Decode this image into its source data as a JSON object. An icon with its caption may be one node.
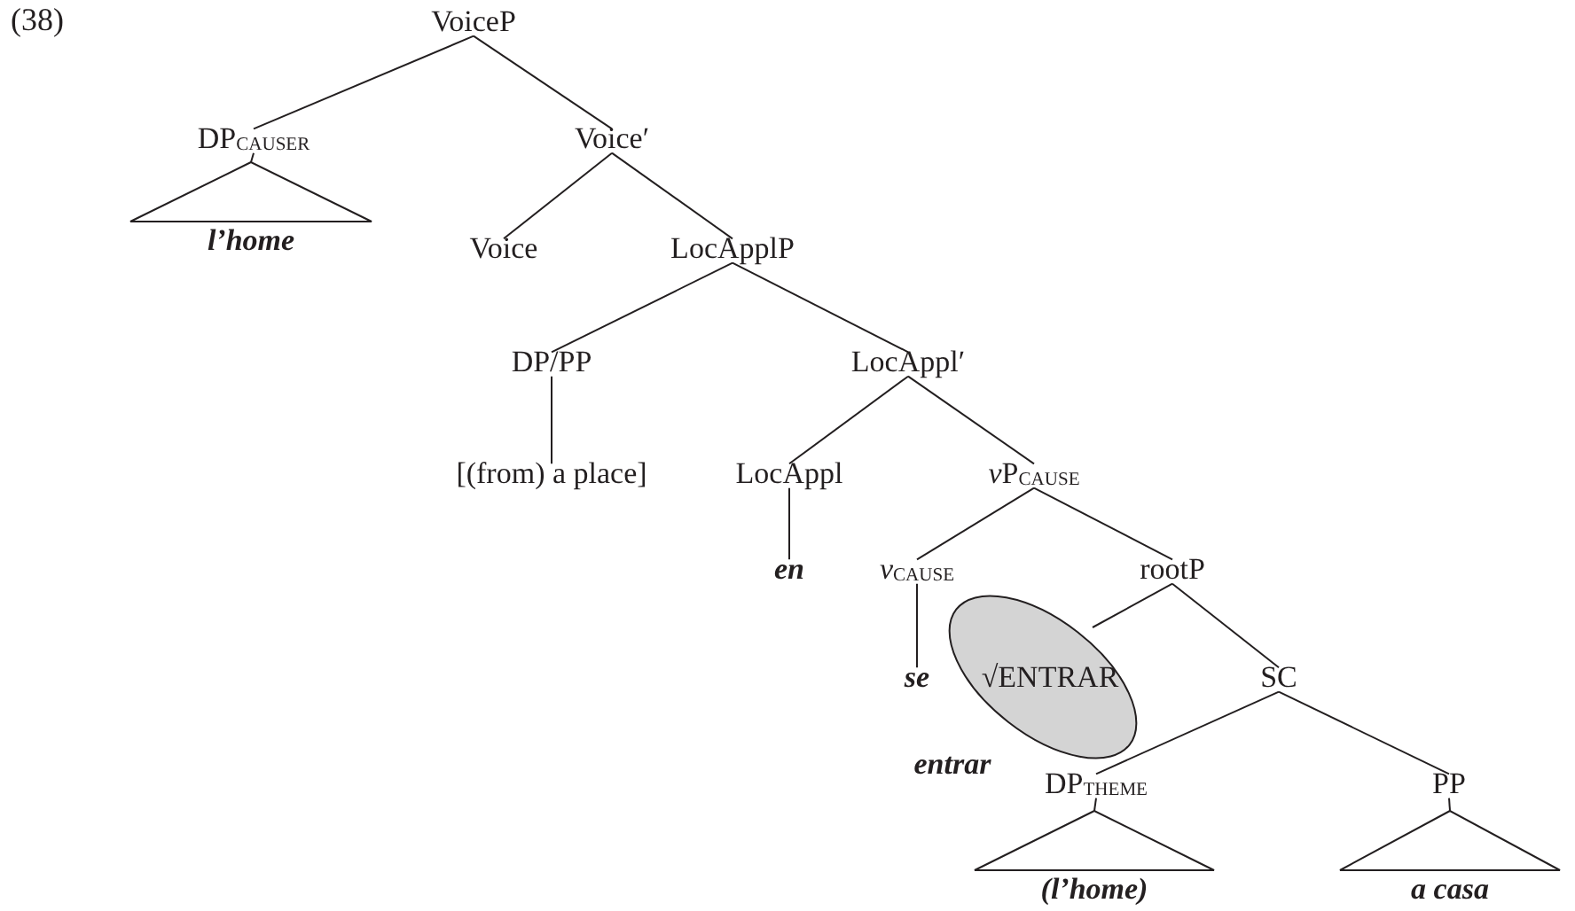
{
  "diagram": {
    "nodes": [
      {
        "text": [
          "VoiceP"
        ]
      },
      {
        "text": [
          "DP$_{CAUSER}$"
        ]
      },
      {
        "text": [
          "Voice′"
        ]
      },
      {
        "text": [
          "l’home"
        ]
      },
      {
        "text": [
          "Voice"
        ]
      },
      {
        "text": [
          "LocApplP"
        ]
      },
      {
        "text": [
          "DP/PP"
        ]
      },
      {
        "text": [
          "LocAppl′"
        ]
      },
      {
        "text": [
          "[(from) a place]"
        ]
      },
      {
        "text": [
          "LocAppl"
        ]
      },
      {
        "text": [
          "vP$_{CAUSE}$"
        ]
      },
      {
        "text": [
          "en"
        ]
      },
      {
        "text": [
          "*v*$_{CAUSE}$"
        ]
      },
      {
        "text": [
          "rootP"
        ]
      },
      {
        "text": [
          "se"
        ]
      },
      {
        "text": [
          "√ENTRAR"
        ],
        "beside": [
          "entrar"
        ]
      },
      {
        "text": [
          "SC"
        ]
      },
      {
        "text": [
          "DP$_{THEME}$"
        ]
      },
      {
        "text": [
          "PP"
        ]
      },
      {
        "text": [
          "(l’home)"
        ]
      },
      {
        "text": [
          "a casa"
        ]
      }
    ],
    "edges": [
      {
        "from": 0,
        "to": 1,
        "arrow": "none"
      },
      {
        "from": 0,
        "to": 2,
        "arrow": "none"
      },
      {
        "from": 1,
        "to": 3,
        "arrow": "none"
      },
      {
        "from": 2,
        "to": 4,
        "arrow": "none"
      },
      {
        "from": 2,
        "to": 5,
        "arrow": "none"
      },
      {
        "from": 5,
        "to": 6,
        "arrow": "none"
      },
      {
        "from": 5,
        "to": 7,
        "arrow": "none"
      },
      {
        "from": 6,
        "to": 8,
        "arrow": "none"
      },
      {
        "from": 7,
        "to": 9,
        "arrow": "none"
      },
      {
        "from": 7,
        "to": 10,
        "arrow": "none"
      },
      {
        "from": 9,
        "to": 11,
        "arrow": "none"
      },
      {
        "from": 10,
        "to": 12,
        "arrow": "none"
      },
      {
        "from": 10,
        "to": 13,
        "arrow": "none"
      },
      {
        "from": 12,
        "to": 14,
        "arrow": "none"
      },
      {
        "from": 13,
        "to": 15,
        "arrow": "none"
      },
      {
        "from": 13,
        "to": 16,
        "arrow": "none"
      },
      {
        "from": 16,
        "to": 17,
        "arrow": "none"
      },
      {
        "from": 16,
        "to": 18,
        "arrow": "none"
      },
      {
        "from": 17,
        "to": 19,
        "arrow": "none"
      },
      {
        "from": 18,
        "to": 20,
        "arrow": "none"
      }
    ],
    "labels": [
      "(38)"
    ]
  }
}
